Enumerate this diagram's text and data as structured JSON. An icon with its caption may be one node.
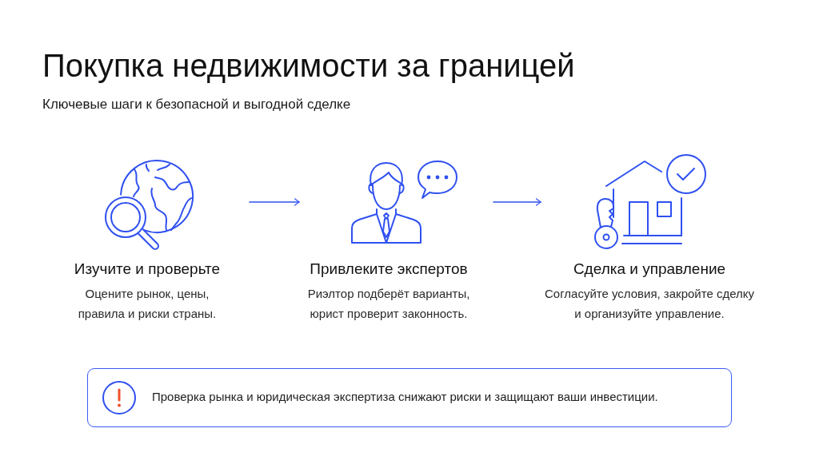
{
  "diagram": {
    "title": "Покупка недвижимости за границей",
    "nodes": [
      {
        "text": [
          "Изучите и проверьте",
          "Оцените рынок, цены, правила и риски страны."
        ]
      },
      {
        "text": [
          "Привлеките экспертов",
          "Риэлтор подберёт варианты, юрист проверит законность."
        ]
      },
      {
        "text": [
          "Сделка и управление",
          "Согласуйте условия, закройте сделку и организуйте управление."
        ]
      },
      {
        "text": [
          "Проверка рынка и юридическая экспертиза снижают риски и защищают ваши инвестиции."
        ]
      }
    ],
    "edges": [
      {
        "from": 0,
        "to": 1,
        "arrow": "to"
      },
      {
        "from": 1,
        "to": 2,
        "arrow": "to"
      }
    ],
    "labels": [
      "Ключевые шаги к безопасной и выгодной сделке"
    ]
  }
}
